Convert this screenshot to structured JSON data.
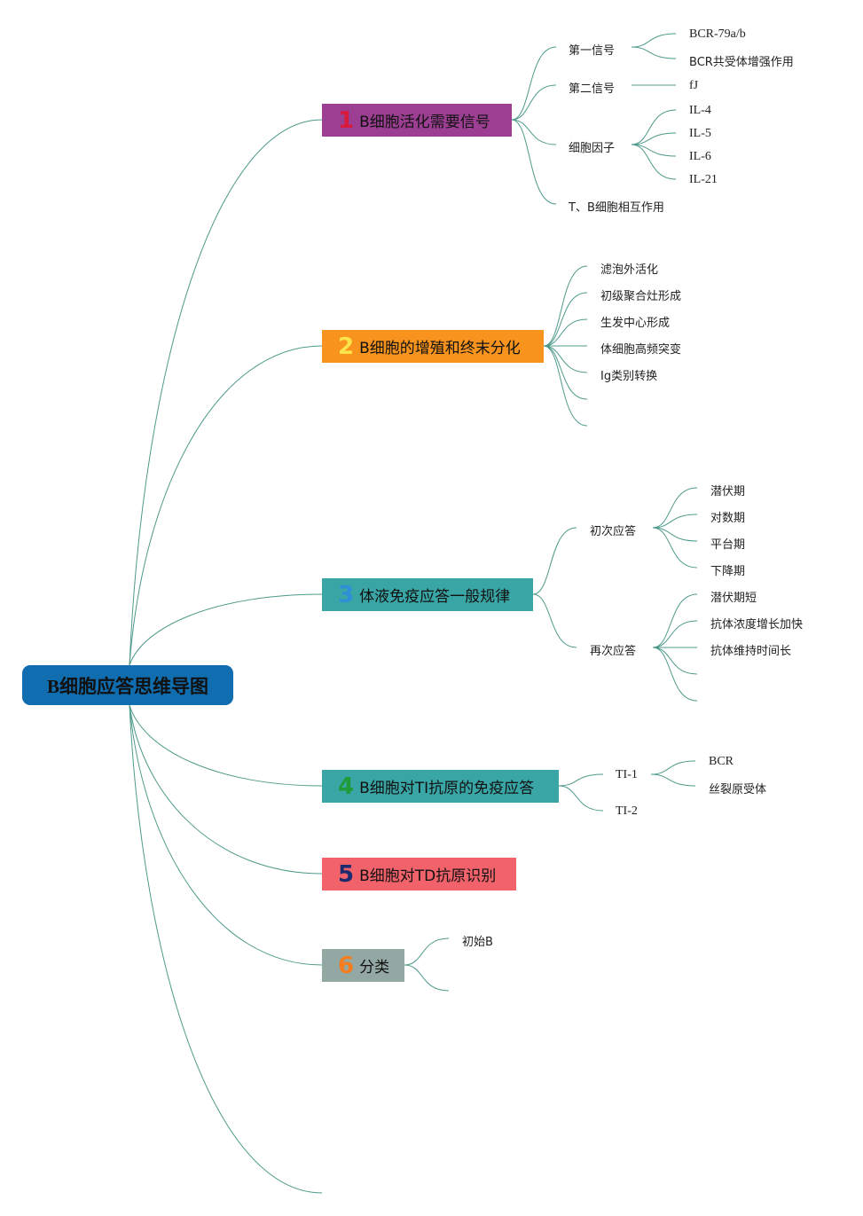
{
  "root": {
    "label": "B细胞应答思维导图"
  },
  "branches": [
    {
      "number": "1",
      "label": "B细胞活化需要信号",
      "color": "#9c3f93",
      "number_color": "#d81b3c",
      "children": [
        {
          "label": "第一信号",
          "children": [
            "BCR-79a/b",
            "BCR共受体增强作用"
          ]
        },
        {
          "label": "第二信号",
          "children": [
            "fJ"
          ]
        },
        {
          "label": "细胞因子",
          "children": [
            "IL-4",
            "IL-5",
            "IL-6",
            "IL-21"
          ]
        },
        {
          "label": "T、B细胞相互作用",
          "children": []
        }
      ]
    },
    {
      "number": "2",
      "label": "B细胞的增殖和终末分化",
      "color": "#f8941d",
      "number_color": "#fde44a",
      "children": [
        {
          "label": "滤泡外活化"
        },
        {
          "label": "初级聚合灶形成"
        },
        {
          "label": "生发中心形成"
        },
        {
          "label": "体细胞高频突变"
        },
        {
          "label": "Ig类别转换"
        },
        {
          "label": ""
        },
        {
          "label": ""
        }
      ]
    },
    {
      "number": "3",
      "label": "体液免疫应答一般规律",
      "color": "#39a5a5",
      "number_color": "#2f8fd8",
      "children": [
        {
          "label": "初次应答",
          "children": [
            "潜伏期",
            "对数期",
            "平台期",
            "下降期"
          ]
        },
        {
          "label": "再次应答",
          "children": [
            "潜伏期短",
            "抗体浓度增长加快",
            "抗体维持时间长",
            "",
            ""
          ]
        }
      ]
    },
    {
      "number": "4",
      "label": "B细胞对TI抗原的免疫应答",
      "color": "#39a5a5",
      "number_color": "#1f9b3a",
      "children": [
        {
          "label": "TI-1",
          "children": [
            "BCR",
            "丝裂原受体"
          ]
        },
        {
          "label": "TI-2",
          "children": []
        }
      ]
    },
    {
      "number": "5",
      "label": "B细胞对TD抗原识别",
      "color": "#f2626b",
      "number_color": "#1e2a6e",
      "children": []
    },
    {
      "number": "6",
      "label": "分类",
      "color": "#93a7a3",
      "number_color": "#f57c1f",
      "children": [
        {
          "label": "初始B"
        },
        {
          "label": ""
        }
      ]
    }
  ],
  "link_color": "#4e9a8a"
}
